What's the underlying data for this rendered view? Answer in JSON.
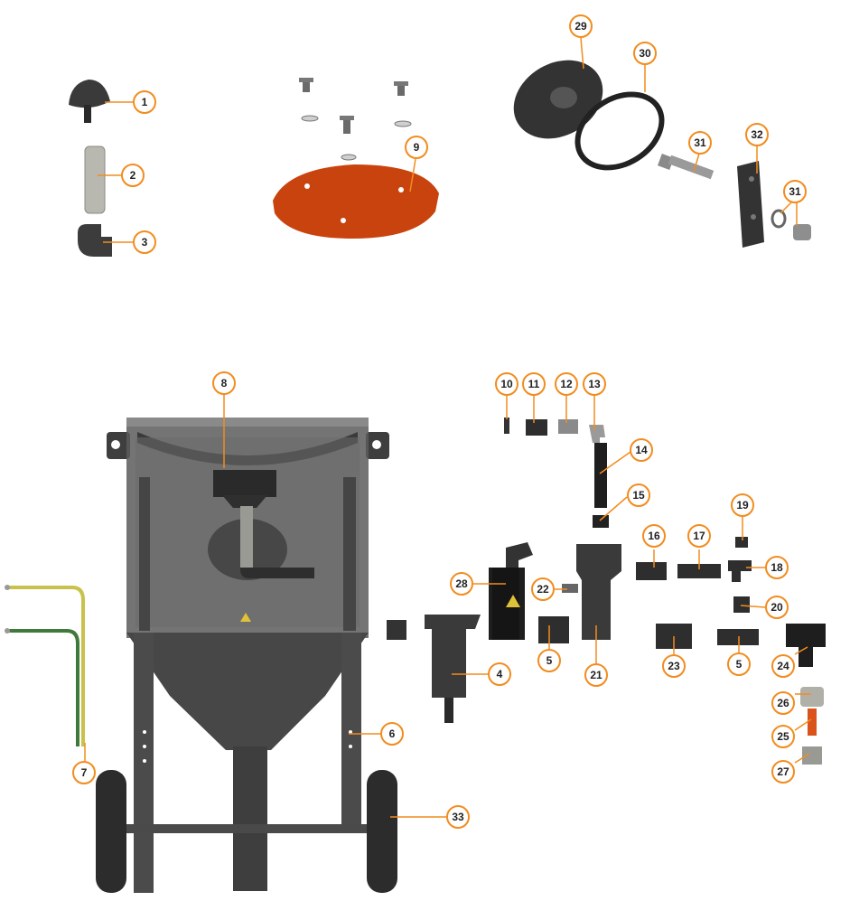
{
  "colors": {
    "callout_border": "#f28c1e",
    "leader_line": "#f28c1e",
    "part_dark": "#3a3a3a",
    "part_grey": "#5a5a5a",
    "lid_orange": "#c9430f",
    "hose_yellow": "#c8c24a",
    "hose_green": "#3f7a3a"
  },
  "callouts": [
    {
      "id": "c1",
      "label": "1"
    },
    {
      "id": "c2",
      "label": "2"
    },
    {
      "id": "c3",
      "label": "3"
    },
    {
      "id": "c9",
      "label": "9"
    },
    {
      "id": "c29",
      "label": "29"
    },
    {
      "id": "c30",
      "label": "30"
    },
    {
      "id": "c31a",
      "label": "31"
    },
    {
      "id": "c32",
      "label": "32"
    },
    {
      "id": "c31b",
      "label": "31"
    },
    {
      "id": "c8",
      "label": "8"
    },
    {
      "id": "c10",
      "label": "10"
    },
    {
      "id": "c11",
      "label": "11"
    },
    {
      "id": "c12",
      "label": "12"
    },
    {
      "id": "c13",
      "label": "13"
    },
    {
      "id": "c14",
      "label": "14"
    },
    {
      "id": "c15",
      "label": "15"
    },
    {
      "id": "c16",
      "label": "16"
    },
    {
      "id": "c17",
      "label": "17"
    },
    {
      "id": "c19",
      "label": "19"
    },
    {
      "id": "c18",
      "label": "18"
    },
    {
      "id": "c28",
      "label": "28"
    },
    {
      "id": "c22",
      "label": "22"
    },
    {
      "id": "c20",
      "label": "20"
    },
    {
      "id": "c4",
      "label": "4"
    },
    {
      "id": "c5a",
      "label": "5"
    },
    {
      "id": "c21",
      "label": "21"
    },
    {
      "id": "c23",
      "label": "23"
    },
    {
      "id": "c5b",
      "label": "5"
    },
    {
      "id": "c24",
      "label": "24"
    },
    {
      "id": "c26",
      "label": "26"
    },
    {
      "id": "c6",
      "label": "6"
    },
    {
      "id": "c25",
      "label": "25"
    },
    {
      "id": "c7",
      "label": "7"
    },
    {
      "id": "c27",
      "label": "27"
    },
    {
      "id": "c33",
      "label": "33"
    }
  ]
}
